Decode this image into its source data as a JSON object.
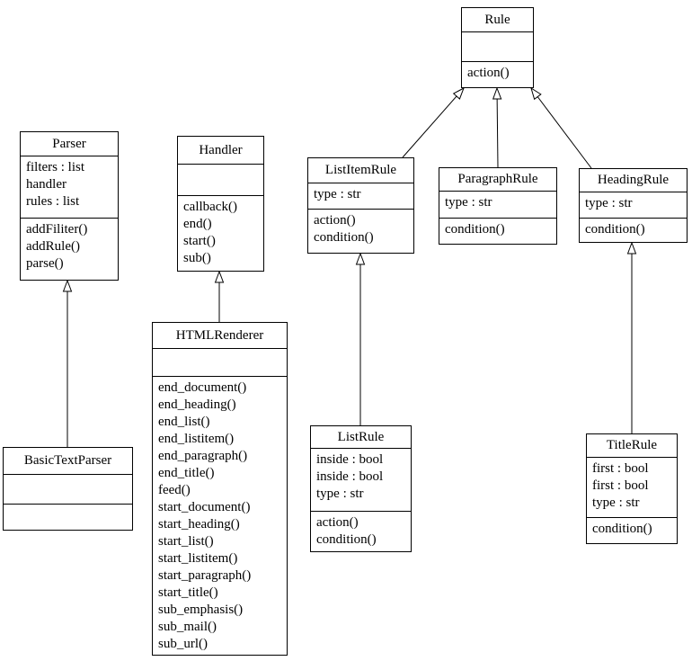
{
  "diagram_type": "uml-class-diagram",
  "classes": {
    "rule": {
      "name": "Rule",
      "attributes": [],
      "methods": [
        "action()"
      ]
    },
    "parser": {
      "name": "Parser",
      "attributes": [
        "filters : list",
        "handler",
        "rules : list"
      ],
      "methods": [
        "addFiliter()",
        "addRule()",
        "parse()"
      ]
    },
    "handler": {
      "name": "Handler",
      "attributes": [],
      "methods": [
        "callback()",
        "end()",
        "start()",
        "sub()"
      ]
    },
    "listitemrule": {
      "name": "ListItemRule",
      "attributes": [
        "type : str"
      ],
      "methods": [
        "action()",
        "condition()"
      ]
    },
    "paragraphrule": {
      "name": "ParagraphRule",
      "attributes": [
        "type : str"
      ],
      "methods": [
        "condition()"
      ]
    },
    "headingrule": {
      "name": "HeadingRule",
      "attributes": [
        "type : str"
      ],
      "methods": [
        "condition()"
      ]
    },
    "basictextparser": {
      "name": "BasicTextParser",
      "attributes": [],
      "methods": []
    },
    "htmlrenderer": {
      "name": "HTMLRenderer",
      "attributes": [],
      "methods": [
        "end_document()",
        "end_heading()",
        "end_list()",
        "end_listitem()",
        "end_paragraph()",
        "end_title()",
        "feed()",
        "start_document()",
        "start_heading()",
        "start_list()",
        "start_listitem()",
        "start_paragraph()",
        "start_title()",
        "sub_emphasis()",
        "sub_mail()",
        "sub_url()"
      ]
    },
    "listrule": {
      "name": "ListRule",
      "attributes": [
        "inside : bool",
        "inside : bool",
        "type : str"
      ],
      "methods": [
        "action()",
        "condition()"
      ]
    },
    "titlerule": {
      "name": "TitleRule",
      "attributes": [
        "first : bool",
        "first : bool",
        "type : str"
      ],
      "methods": [
        "condition()"
      ]
    }
  },
  "relationships": [
    {
      "child": "ListItemRule",
      "parent": "Rule",
      "type": "inheritance"
    },
    {
      "child": "ParagraphRule",
      "parent": "Rule",
      "type": "inheritance"
    },
    {
      "child": "HeadingRule",
      "parent": "Rule",
      "type": "inheritance"
    },
    {
      "child": "BasicTextParser",
      "parent": "Parser",
      "type": "inheritance"
    },
    {
      "child": "HTMLRenderer",
      "parent": "Handler",
      "type": "inheritance"
    },
    {
      "child": "ListRule",
      "parent": "ListItemRule",
      "type": "inheritance"
    },
    {
      "child": "TitleRule",
      "parent": "HeadingRule",
      "type": "inheritance"
    }
  ],
  "colors": {
    "line": "#000000",
    "text": "#000000",
    "background": "#ffffff",
    "box_fill": "#ffffff"
  }
}
